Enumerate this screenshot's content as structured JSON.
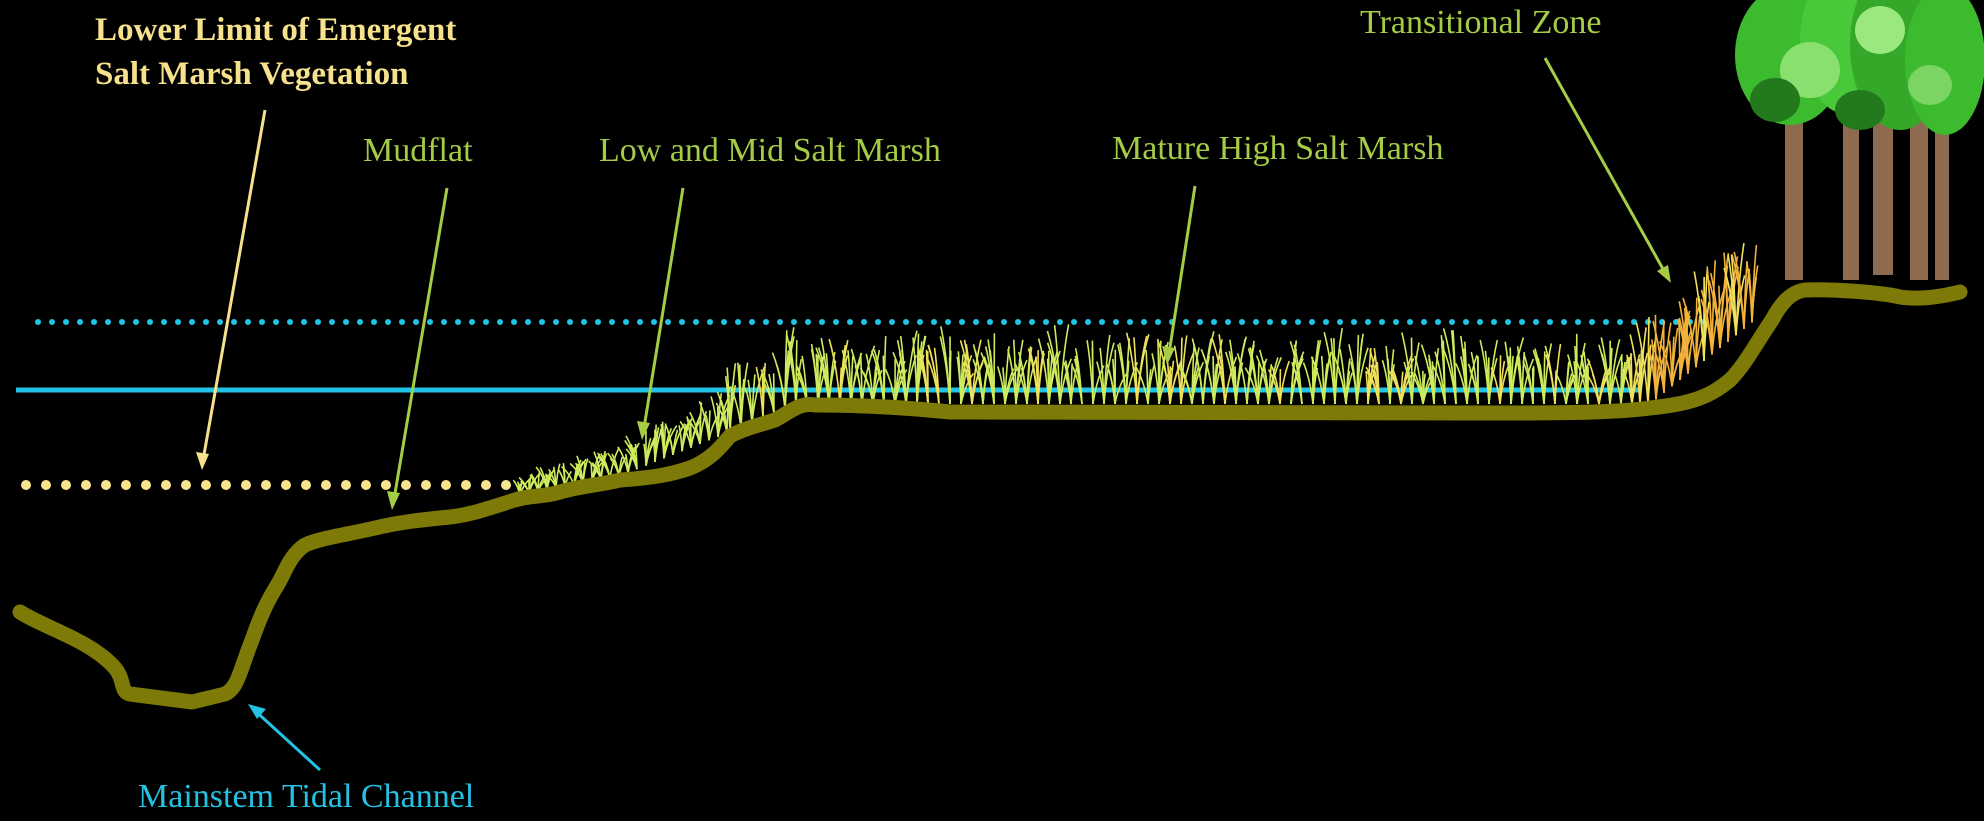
{
  "colors": {
    "background": "#000000",
    "title": "#f6e18c",
    "label_green": "#a4cc45",
    "label_blue": "#25c1e3",
    "ground": "#7d7a08",
    "water": "#22c4e6",
    "low_limit_dots": "#f8e58e",
    "grass_light": "#cdeb5c",
    "grass_yellow": "#efe15a",
    "grass_orange": "#f3b23a",
    "tree_leaves": "#3cbb2f",
    "tree_trunk": "#8e6b4f"
  },
  "icons": [
    "tree-icon",
    "grass-icon"
  ],
  "labels": {
    "title_line1": "Lower Limit of Emergent",
    "title_line2": "Salt Marsh Vegetation",
    "mudflat": "Mudflat",
    "low_mid_marsh": "Low and Mid Salt Marsh",
    "high_marsh": "Mature High Salt Marsh",
    "transitional": "Transitional Zone",
    "channel": "Mainstem Tidal Channel"
  }
}
